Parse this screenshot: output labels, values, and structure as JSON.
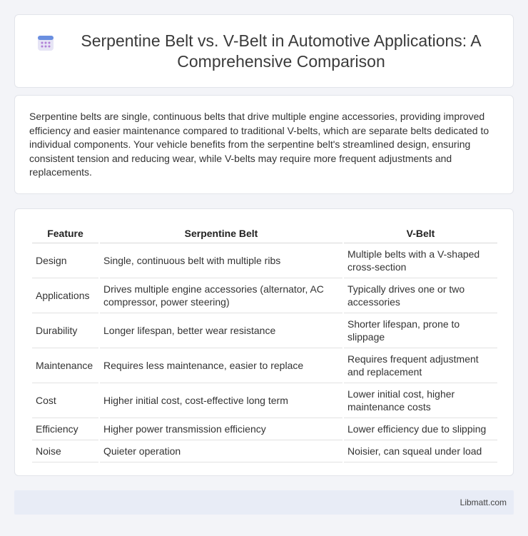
{
  "header": {
    "title": "Serpentine Belt vs. V-Belt in Automotive Applications: A Comprehensive Comparison",
    "icon": "calendar-grid-icon"
  },
  "intro": {
    "text": "Serpentine belts are single, continuous belts that drive multiple engine accessories, providing improved efficiency and easier maintenance compared to traditional V-belts, which are separate belts dedicated to individual components. Your vehicle benefits from the serpentine belt's streamlined design, ensuring consistent tension and reducing wear, while V-belts may require more frequent adjustments and replacements."
  },
  "table": {
    "headers": [
      "Feature",
      "Serpentine Belt",
      "V-Belt"
    ],
    "rows": [
      [
        "Design",
        "Single, continuous belt with multiple ribs",
        "Multiple belts with a V-shaped cross-section"
      ],
      [
        "Applications",
        "Drives multiple engine accessories (alternator, AC compressor, power steering)",
        "Typically drives one or two accessories"
      ],
      [
        "Durability",
        "Longer lifespan, better wear resistance",
        "Shorter lifespan, prone to slippage"
      ],
      [
        "Maintenance",
        "Requires less maintenance, easier to replace",
        "Requires frequent adjustment and replacement"
      ],
      [
        "Cost",
        "Higher initial cost, cost-effective long term",
        "Lower initial cost, higher maintenance costs"
      ],
      [
        "Efficiency",
        "Higher power transmission efficiency",
        "Lower efficiency due to slipping"
      ],
      [
        "Noise",
        "Quieter operation",
        "Noisier, can squeal under load"
      ]
    ]
  },
  "footer": {
    "brand": "Libmatt.com"
  }
}
